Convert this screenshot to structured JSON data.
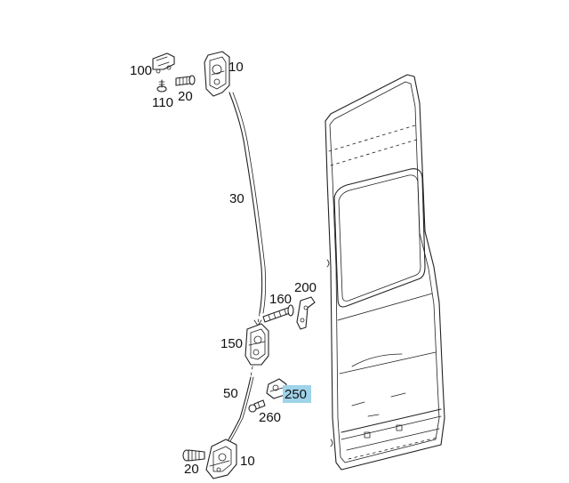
{
  "labels": {
    "l100": "100",
    "l10_top": "10",
    "l110": "110",
    "l20_top": "20",
    "l30": "30",
    "l160": "160",
    "l200": "200",
    "l150": "150",
    "l50": "50",
    "l250": "250",
    "l260": "260",
    "l20_bottom": "20",
    "l10_bottom": "10"
  },
  "highlight": {
    "label": "250",
    "color": "#9fd3ea"
  }
}
